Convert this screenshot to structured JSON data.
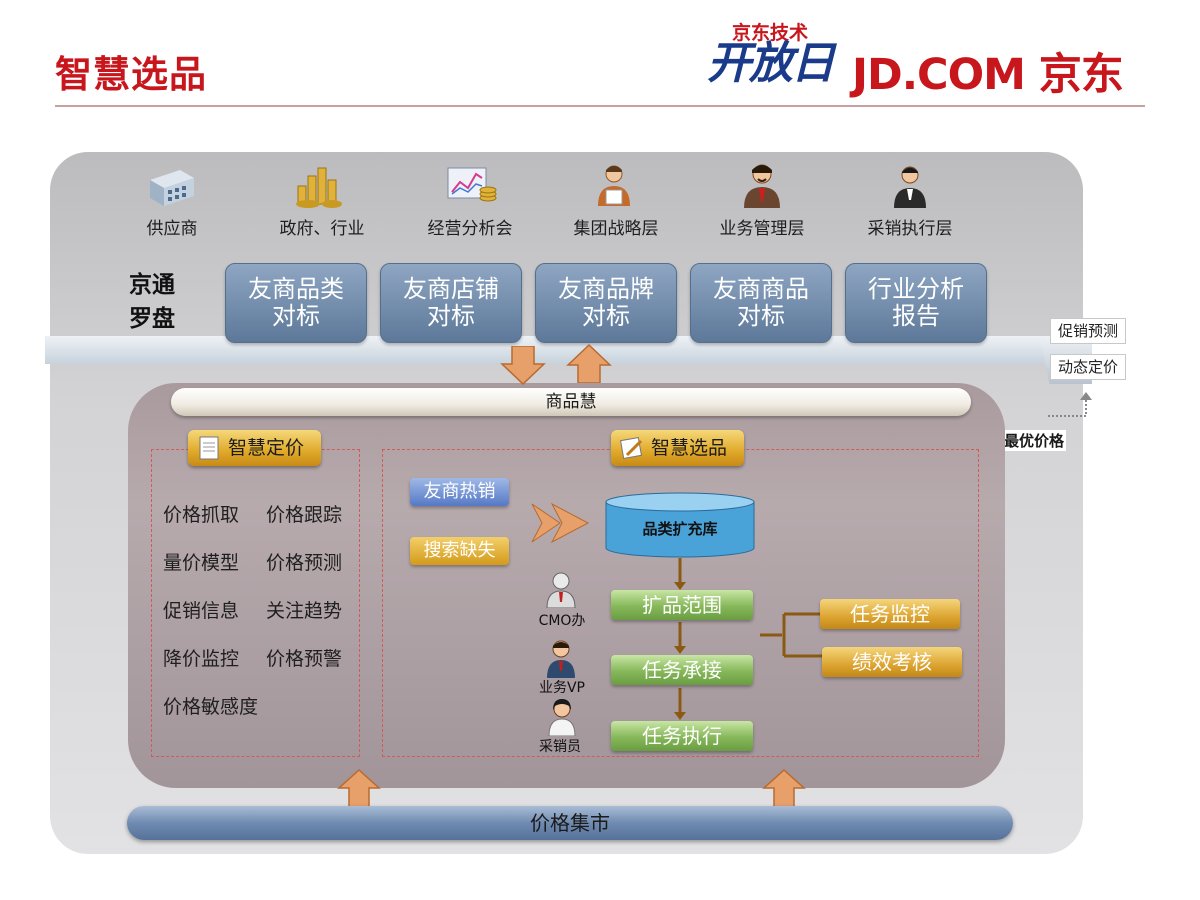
{
  "header": {
    "title": "智慧选品",
    "event_logo_top": "京东技术",
    "event_logo_bottom": "开放日",
    "brand_logo": "JD.COM 京东"
  },
  "stakeholders": [
    {
      "label": "供应商",
      "icon": "building-icon"
    },
    {
      "label": "政府、行业",
      "icon": "coins-icon"
    },
    {
      "label": "经营分析会",
      "icon": "chart-icon"
    },
    {
      "label": "集团战略层",
      "icon": "person-icon"
    },
    {
      "label": "业务管理层",
      "icon": "manager-icon"
    },
    {
      "label": "采销执行层",
      "icon": "staff-icon"
    }
  ],
  "jingtong": {
    "label_line1": "京通",
    "label_line2": "罗盘",
    "benchmarks": [
      {
        "line1": "友商品类",
        "line2": "对标"
      },
      {
        "line1": "友商店铺",
        "line2": "对标"
      },
      {
        "line1": "友商品牌",
        "line2": "对标"
      },
      {
        "line1": "友商商品",
        "line2": "对标"
      },
      {
        "line1": "行业分析",
        "line2": "报告"
      }
    ]
  },
  "side_panel": {
    "items": [
      "促销预测",
      "动态定价"
    ],
    "best_price": "最优价格"
  },
  "shangpinhui": "商品慧",
  "smart_pricing": {
    "title": "智慧定价",
    "items": [
      "价格抓取",
      "价格跟踪",
      "量价模型",
      "价格预测",
      "促销信息",
      "关注趋势",
      "降价监控",
      "价格预警",
      "价格敏感度"
    ]
  },
  "smart_selection": {
    "title": "智慧选品",
    "sources": [
      "友商热销",
      "搜索缺失"
    ],
    "database": "品类扩充库",
    "steps": [
      "扩品范围",
      "任务承接",
      "任务执行"
    ],
    "roles": [
      "CMO办",
      "业务VP",
      "采销员"
    ],
    "outputs": [
      "任务监控",
      "绩效考核"
    ]
  },
  "price_market": "价格集市",
  "colors": {
    "brand_red": "#c8161d",
    "benchmark_blue": "#6f89aa",
    "step_green": "#86b75a",
    "gold": "#dca431"
  }
}
